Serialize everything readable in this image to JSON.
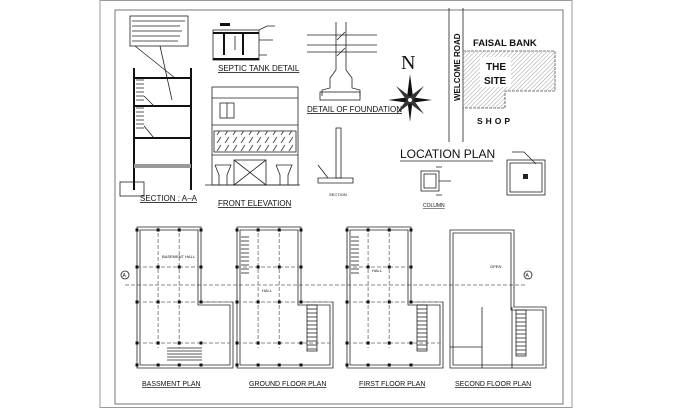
{
  "drawing": {
    "section_label": "SECTION :  A–A",
    "septic_label": "SEPTIC TANK DETAIL",
    "front_elevation_label": "FRONT ELEVATION",
    "foundation_label": "DETAIL OF FOUNDATION",
    "wall_section_label": "SECTION",
    "north_label": "N",
    "road_label": "WELCOME ROAD",
    "bank_label": "FAISAL BANK",
    "site_label_1": "THE",
    "site_label_2": "SITE",
    "shop_label": "SHOP",
    "location_plan_label": "LOCATION PLAN",
    "column_label": "COLUMN",
    "section_marker": "A",
    "plans": [
      {
        "label": "BASSMENT PLAN",
        "room": "BASEMENT HALL"
      },
      {
        "label": "GROUND FLOOR PLAN",
        "room": "HALL"
      },
      {
        "label": "FIRST FLOOR PLAN",
        "room": "HALL"
      },
      {
        "label": "SECOND FLOOR PLAN",
        "room": "OPEN"
      }
    ]
  }
}
